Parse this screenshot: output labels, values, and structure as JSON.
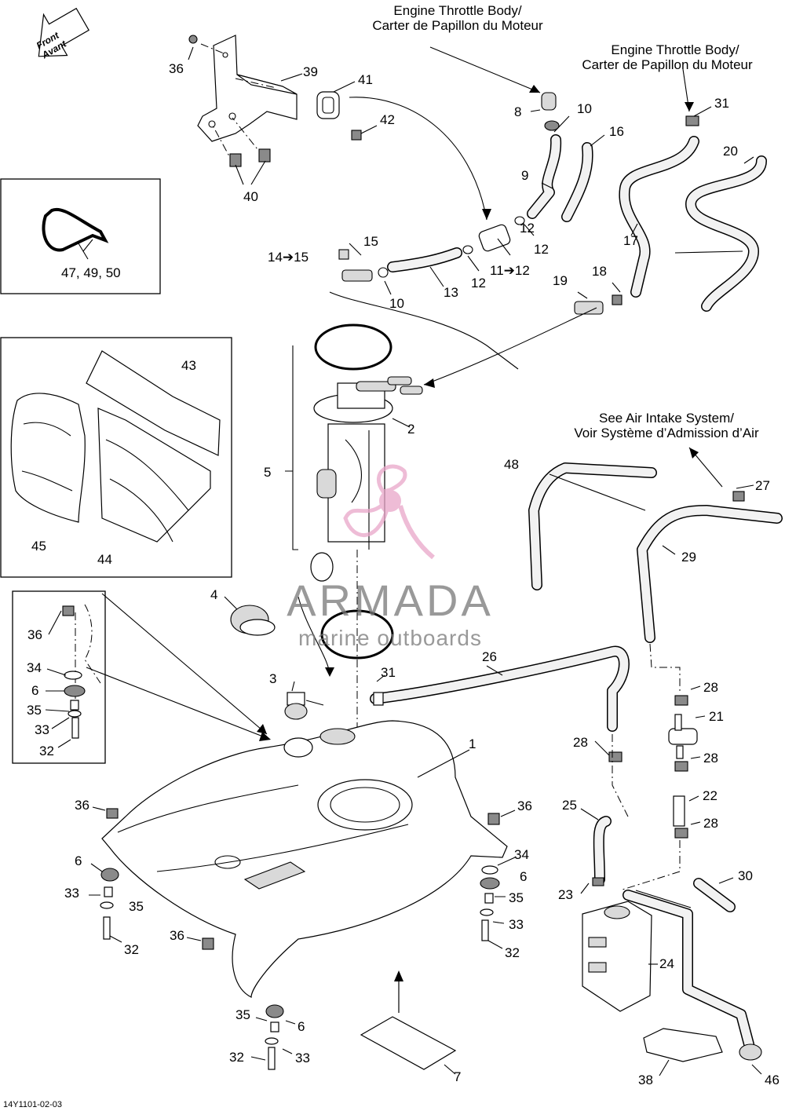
{
  "figure_code": "14Y1101-02-03",
  "front_arrow": {
    "line1": "Front",
    "line2": "Avant"
  },
  "watermark": {
    "brand": "ARMADA",
    "tagline": "marine outboards"
  },
  "callout_titles": {
    "throttle_a1": "Engine Throttle Body/",
    "throttle_a2": "Carter de Papillon du Moteur",
    "throttle_b1": "Engine Throttle Body/",
    "throttle_b2": "Carter de Papillon du Moteur",
    "air_intake1": "See Air Intake System/",
    "air_intake2": "Voir Système d’Admission d’Air"
  },
  "labels": {
    "l1": "1",
    "l2": "2",
    "l3": "3",
    "l4": "4",
    "l5": "5",
    "l6a": "6",
    "l6b": "6",
    "l6c": "6",
    "l6d": "6",
    "l7": "7",
    "l8": "8",
    "l9": "9",
    "l10a": "10",
    "l10b": "10",
    "l11_12": "11➔12",
    "l12a": "12",
    "l12b": "12",
    "l12c": "12",
    "l13": "13",
    "l14_15": "14➔15",
    "l15": "15",
    "l16": "16",
    "l17": "17",
    "l18": "18",
    "l19": "19",
    "l20": "20",
    "l21": "21",
    "l22": "22",
    "l23": "23",
    "l24": "24",
    "l25": "25",
    "l26": "26",
    "l27": "27",
    "l28a": "28",
    "l28b": "28",
    "l28c": "28",
    "l28d": "28",
    "l29": "29",
    "l30": "30",
    "l31a": "31",
    "l31b": "31",
    "l32a": "32",
    "l32b": "32",
    "l32c": "32",
    "l32d": "32",
    "l33a": "33",
    "l33b": "33",
    "l33c": "33",
    "l33d": "33",
    "l34a": "34",
    "l34b": "34",
    "l35a": "35",
    "l35b": "35",
    "l35c": "35",
    "l35d": "35",
    "l36a": "36",
    "l36b": "36",
    "l36c": "36",
    "l36d": "36",
    "l36e": "36",
    "l38": "38",
    "l39": "39",
    "l40": "40",
    "l41": "41",
    "l42": "42",
    "l43": "43",
    "l44": "44",
    "l45": "45",
    "l46": "46",
    "l47_49_50": "47, 49, 50",
    "l48": "48"
  }
}
